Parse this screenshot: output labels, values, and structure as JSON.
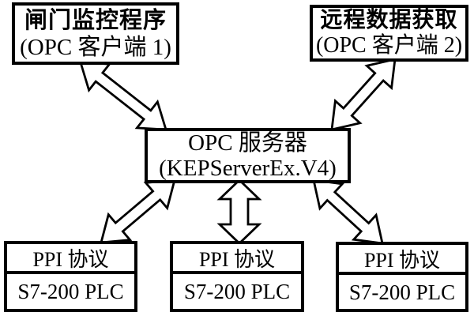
{
  "diagram": {
    "title": "OPC server communication architecture",
    "background_color": "#ffffff",
    "line_color": "#000000",
    "box_fill_color": "#ffffff",
    "nodes": {
      "client1": {
        "line1": "闸门监控程序",
        "line2": "(OPC 客户端 1)"
      },
      "client2": {
        "line1": "远程数据获取",
        "line2": "(OPC 客户端 2)"
      },
      "server": {
        "line1": "OPC 服务器",
        "line2": "(KEPServerEx.V4)"
      },
      "plc1": {
        "protocol": "PPI 协议",
        "device": "S7-200 PLC"
      },
      "plc2": {
        "protocol": "PPI 协议",
        "device": "S7-200 PLC"
      },
      "plc3": {
        "protocol": "PPI 协议",
        "device": "S7-200 PLC"
      }
    },
    "edges": [
      {
        "from": "client1",
        "to": "server",
        "bidirectional": true
      },
      {
        "from": "client2",
        "to": "server",
        "bidirectional": true
      },
      {
        "from": "server",
        "to": "plc1",
        "bidirectional": true
      },
      {
        "from": "server",
        "to": "plc2",
        "bidirectional": true
      },
      {
        "from": "server",
        "to": "plc3",
        "bidirectional": true
      }
    ]
  }
}
